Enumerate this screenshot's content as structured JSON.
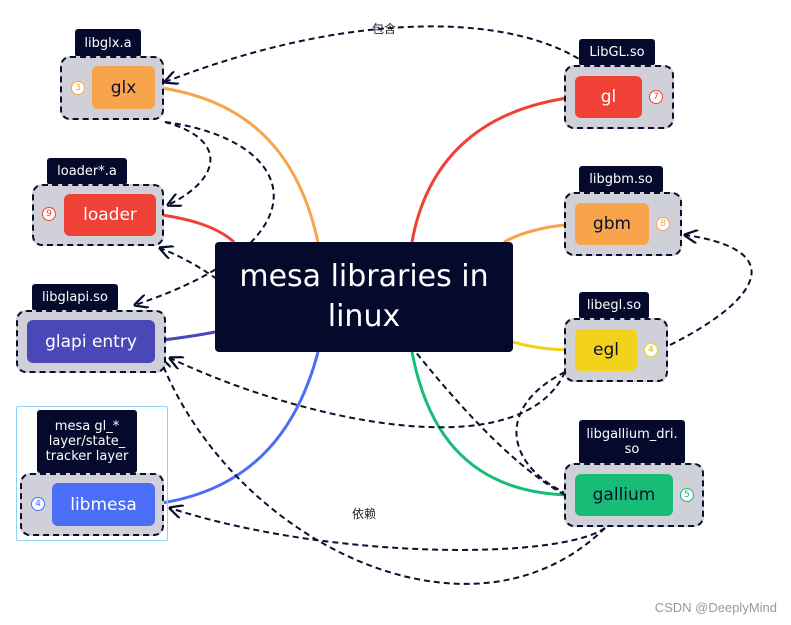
{
  "center_title": "mesa libraries in linux",
  "edge_labels": {
    "contains": "包含",
    "depends": "依赖"
  },
  "watermark": "CSDN @DeeplyMind",
  "colors": {
    "center": "#050a2c",
    "glx": "#f7a44b",
    "loader": "#ef4136",
    "glapi": "#4a47b9",
    "libmesa": "#4b6ef7",
    "gl": "#ef4136",
    "gbm": "#f7a44b",
    "egl": "#f2d21b",
    "gallium": "#17bc76"
  },
  "nodes": {
    "glx": {
      "library": "libglx.a",
      "label": "glx",
      "badge": "3"
    },
    "loader": {
      "library": "loader*.a",
      "label": "loader",
      "badge": "9"
    },
    "glapi": {
      "library": "libglapi.so",
      "label": "glapi entry"
    },
    "libmesa": {
      "library": "mesa gl_* layer/state_ tracker layer",
      "label": "libmesa",
      "badge": "4"
    },
    "gl": {
      "library": "LibGL.so",
      "label": "gl",
      "badge": "7"
    },
    "gbm": {
      "library": "libgbm.so",
      "label": "gbm",
      "badge": "8"
    },
    "egl": {
      "library": "libegl.so",
      "label": "egl",
      "badge": "4"
    },
    "gallium": {
      "library": "libgallium_dri. so",
      "label": "gallium",
      "badge": "5"
    }
  }
}
